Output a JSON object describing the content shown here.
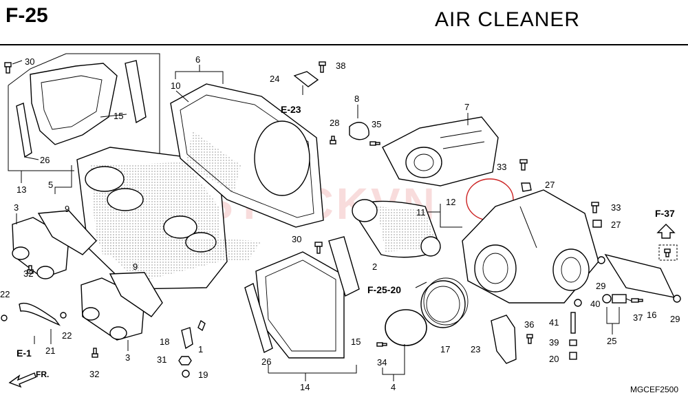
{
  "header": {
    "code": "F-25",
    "title": "AIR  CLEANER"
  },
  "footer": {
    "drawing_code": "MGCEF2500"
  },
  "watermark": "WESTOCKVN",
  "references": {
    "e23": "E-23",
    "f37": "F-37",
    "f2520": "F-25-20",
    "e1": "E-1",
    "fr": "FR."
  },
  "callouts": {
    "c1": "1",
    "c2": "2",
    "c3a": "3",
    "c3b": "3",
    "c4": "4",
    "c5": "5",
    "c6": "6",
    "c7": "7",
    "c8": "8",
    "c9a": "9",
    "c9b": "9",
    "c10": "10",
    "c11": "11",
    "c12": "12",
    "c13": "13",
    "c14": "14",
    "c15a": "15",
    "c15b": "15",
    "c16": "16",
    "c17": "17",
    "c18": "18",
    "c19": "19",
    "c20": "20",
    "c21": "21",
    "c22a": "22",
    "c22b": "22",
    "c23": "23",
    "c24": "24",
    "c25": "25",
    "c26a": "26",
    "c26b": "26",
    "c27a": "27",
    "c27b": "27",
    "c28": "28",
    "c29a": "29",
    "c29b": "29",
    "c30a": "30",
    "c30b": "30",
    "c31": "31",
    "c32a": "32",
    "c32b": "32",
    "c33a": "33",
    "c33b": "33",
    "c34": "34",
    "c35": "35",
    "c36": "36",
    "c37": "37",
    "c38": "38",
    "c39": "39",
    "c40": "40",
    "c41": "41"
  }
}
